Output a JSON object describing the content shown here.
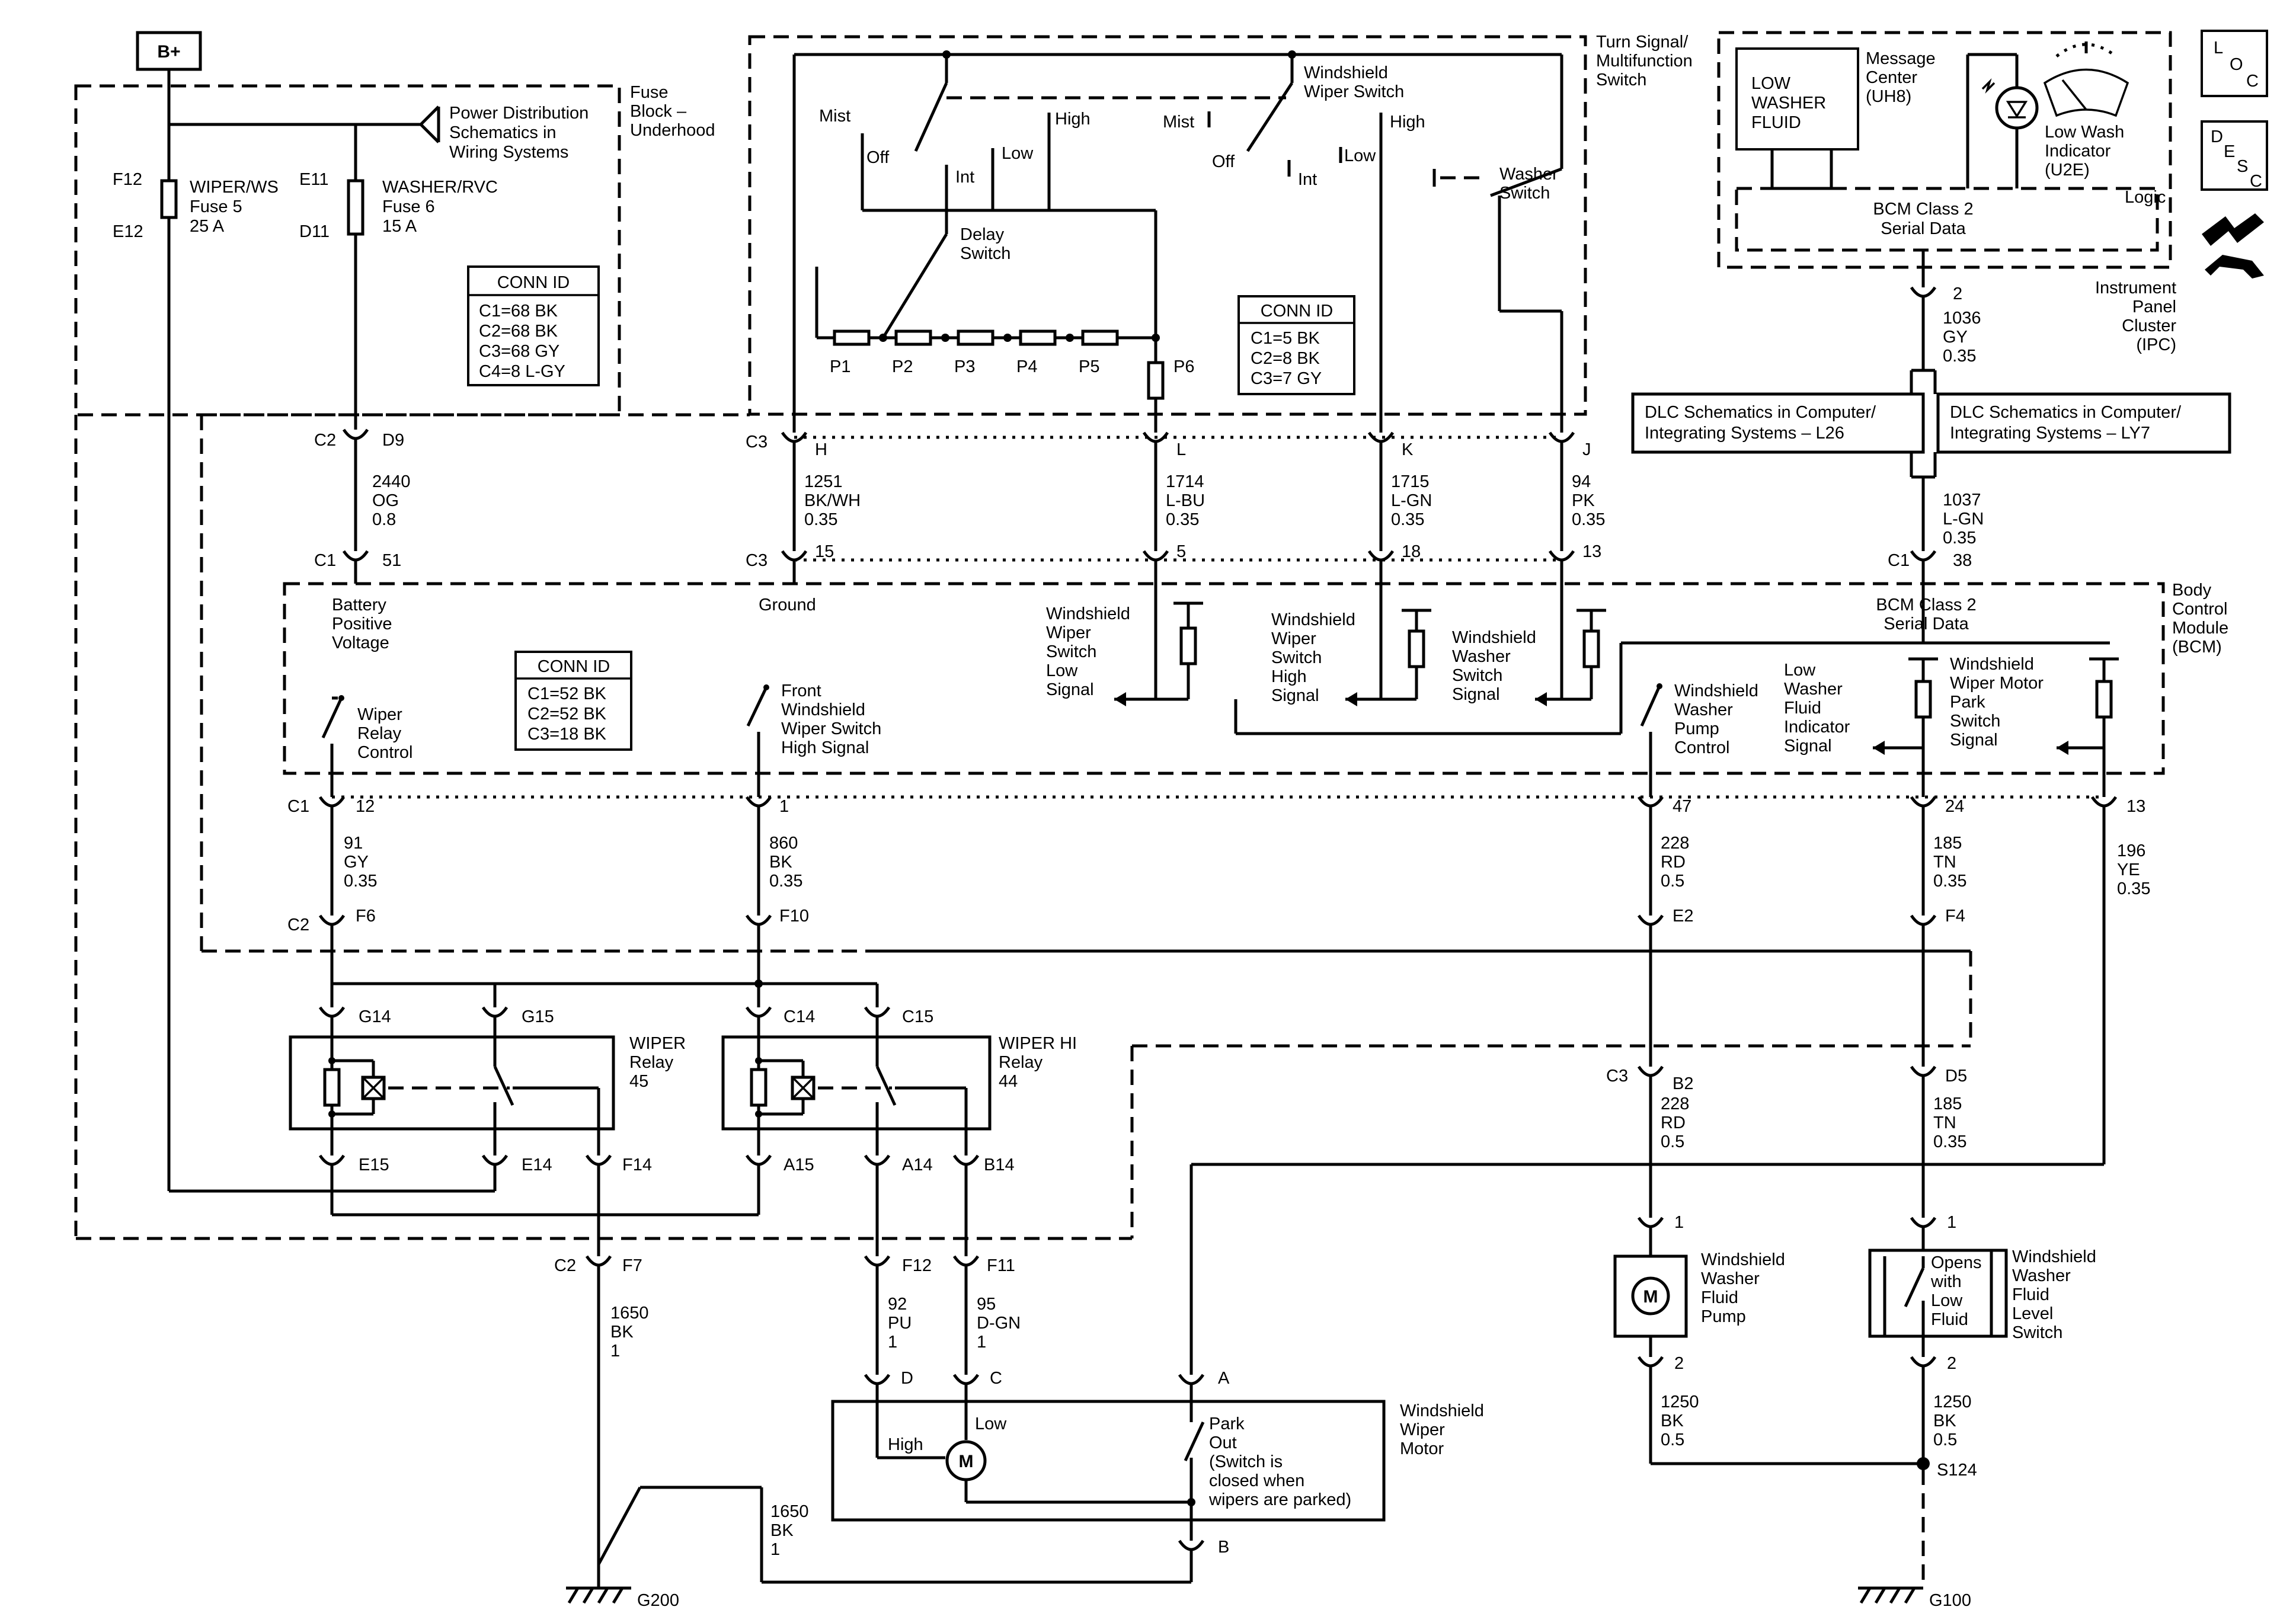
{
  "supply": {
    "battery": "B+",
    "fuse_block": [
      "Fuse",
      "Block –",
      "Underhood"
    ],
    "power_dist": [
      "Power Distribution",
      "Schematics in",
      "Wiring Systems"
    ],
    "fuse5": {
      "name": "WIPER/WS",
      "num": "Fuse 5",
      "amps": "25 A",
      "top_pin": "F12",
      "bot_pin": "E12"
    },
    "fuse6": {
      "name": "WASHER/RVC",
      "num": "Fuse 6",
      "amps": "15 A",
      "top_pin": "E11",
      "bot_pin": "D11"
    },
    "conn_id_title": "CONN ID",
    "conn_ids": [
      "C1=68 BK",
      "C2=68 BK",
      "C3=68 GY",
      "C4=8 L-GY"
    ]
  },
  "switch": {
    "title": [
      "Turn Signal/",
      "Multifunction",
      "Switch"
    ],
    "ww_switch": [
      "Windshield",
      "Wiper Switch"
    ],
    "labels": [
      "Mist",
      "Off",
      "Int",
      "Low",
      "High"
    ],
    "labels2": [
      "Mist",
      "Off",
      "Int",
      "Low",
      "High"
    ],
    "delay": [
      "Delay",
      "Switch"
    ],
    "resistors": [
      "P1",
      "P2",
      "P3",
      "P4",
      "P5",
      "P6"
    ],
    "washer": [
      "Washer",
      "Switch"
    ],
    "conn_id_title": "CONN ID",
    "conn_ids": [
      "C1=5 BK",
      "C2=8 BK",
      "C3=7 GY"
    ]
  },
  "ipc": {
    "low_washer": [
      "LOW",
      "WASHER",
      "FLUID"
    ],
    "msg_center": [
      "Message",
      "Center",
      "(UH8)"
    ],
    "low_wash_ind": [
      "Low Wash",
      "Indicator",
      "(U2E)"
    ],
    "logic": "Logic",
    "serial": [
      "BCM Class 2",
      "Serial Data"
    ],
    "name": [
      "Instrument",
      "Panel",
      "Cluster",
      "(IPC)"
    ],
    "pin": "2",
    "wire": [
      "1036",
      "GY",
      "0.35"
    ],
    "dlc1": [
      "DLC Schematics in Computer/",
      "Integrating Systems – L26"
    ],
    "dlc2": [
      "DLC Schematics in Computer/",
      "Integrating Systems – LY7"
    ],
    "wire2": [
      "1037",
      "L-GN",
      "0.35"
    ],
    "c1": "C1",
    "c1_pin": "38"
  },
  "side_icons": {
    "loc": [
      "L",
      "O",
      "C"
    ],
    "desc": [
      "D",
      "E",
      "S",
      "C"
    ]
  },
  "upper_wires": {
    "c2": "C2",
    "d9": "D9",
    "w2440": [
      "2440",
      "OG",
      "0.8"
    ],
    "c1": "C1",
    "p51": "51",
    "c3a": "C3",
    "h": "H",
    "l": "L",
    "k": "K",
    "j": "J",
    "w1251": [
      "1251",
      "BK/WH",
      "0.35"
    ],
    "w1714": [
      "1714",
      "L-BU",
      "0.35"
    ],
    "w1715": [
      "1715",
      "L-GN",
      "0.35"
    ],
    "w94": [
      "94",
      "PK",
      "0.35"
    ],
    "c3b": "C3",
    "p15": "15",
    "p5": "5",
    "p18": "18",
    "p13": "13"
  },
  "bcm": {
    "name": [
      "Body",
      "Control",
      "Module",
      "(BCM)"
    ],
    "battery": [
      "Battery",
      "Positive",
      "Voltage"
    ],
    "ground": "Ground",
    "serial": [
      "BCM Class 2",
      "Serial Data"
    ],
    "conn_id_title": "CONN ID",
    "conn_ids": [
      "C1=52 BK",
      "C2=52 BK",
      "C3=18 BK"
    ],
    "wiper_relay": [
      "Wiper",
      "Relay",
      "Control"
    ],
    "front_hi": [
      "Front",
      "Windshield",
      "Wiper Switch",
      "High Signal"
    ],
    "ws_low": [
      "Windshield",
      "Wiper",
      "Switch",
      "Low",
      "Signal"
    ],
    "ws_high": [
      "Windshield",
      "Wiper",
      "Switch",
      "High",
      "Signal"
    ],
    "washer_sw": [
      "Windshield",
      "Washer",
      "Switch",
      "Signal"
    ],
    "washer_pump": [
      "Windshield",
      "Washer",
      "Pump",
      "Control"
    ],
    "low_washer": [
      "Low",
      "Washer",
      "Fluid",
      "Indicator",
      "Signal"
    ],
    "park": [
      "Windshield",
      "Wiper Motor",
      "Park",
      "Switch",
      "Signal"
    ]
  },
  "lower_wires": {
    "c1": "C1",
    "p12": "12",
    "p1": "1",
    "p47": "47",
    "p24": "24",
    "p13": "13",
    "w91": [
      "91",
      "GY",
      "0.35"
    ],
    "w860": [
      "860",
      "BK",
      "0.35"
    ],
    "w228": [
      "228",
      "RD",
      "0.5"
    ],
    "w185": [
      "185",
      "TN",
      "0.35"
    ],
    "w196": [
      "196",
      "YE",
      "0.35"
    ],
    "c2": "C2",
    "f6": "F6",
    "f10": "F10",
    "e2": "E2",
    "f4": "F4"
  },
  "relays": {
    "wiper": {
      "name": [
        "WIPER",
        "Relay",
        "45"
      ],
      "pins": [
        "G14",
        "G15",
        "E15",
        "E14",
        "F14"
      ]
    },
    "wiper_hi": {
      "name": [
        "WIPER HI",
        "Relay",
        "44"
      ],
      "pins": [
        "C14",
        "C15",
        "A15",
        "A14",
        "B14"
      ]
    }
  },
  "motor": {
    "c2": "C2",
    "f7": "F7",
    "f12": "F12",
    "f11": "F11",
    "w1650": [
      "1650",
      "BK",
      "1"
    ],
    "w92": [
      "92",
      "PU",
      "1"
    ],
    "w95": [
      "95",
      "D-GN",
      "1"
    ],
    "d": "D",
    "c": "C",
    "a": "A",
    "b": "B",
    "high": "High",
    "low": "Low",
    "motor_m": "M",
    "park": [
      "Park",
      "Out",
      "(Switch is",
      "closed when",
      "wipers are parked)"
    ],
    "name": [
      "Windshield",
      "Wiper",
      "Motor"
    ],
    "w1650b": [
      "1650",
      "BK",
      "1"
    ],
    "ground": "G200"
  },
  "pump": {
    "c3": "C3",
    "b2": "B2",
    "d5": "D5",
    "w228": [
      "228",
      "RD",
      "0.5"
    ],
    "w185": [
      "185",
      "TN",
      "0.35"
    ],
    "pin1": "1",
    "pin2": "2",
    "m": "M",
    "name": [
      "Windshield",
      "Washer",
      "Fluid",
      "Pump"
    ],
    "w1250": [
      "1250",
      "BK",
      "0.5"
    ]
  },
  "level": {
    "pin1": "1",
    "pin2": "2",
    "opens": [
      "Opens",
      "with",
      "Low",
      "Fluid"
    ],
    "name": [
      "Windshield",
      "Washer",
      "Fluid",
      "Level",
      "Switch"
    ],
    "w1250": [
      "1250",
      "BK",
      "0.5"
    ],
    "splice": "S124",
    "ground": "G100"
  }
}
